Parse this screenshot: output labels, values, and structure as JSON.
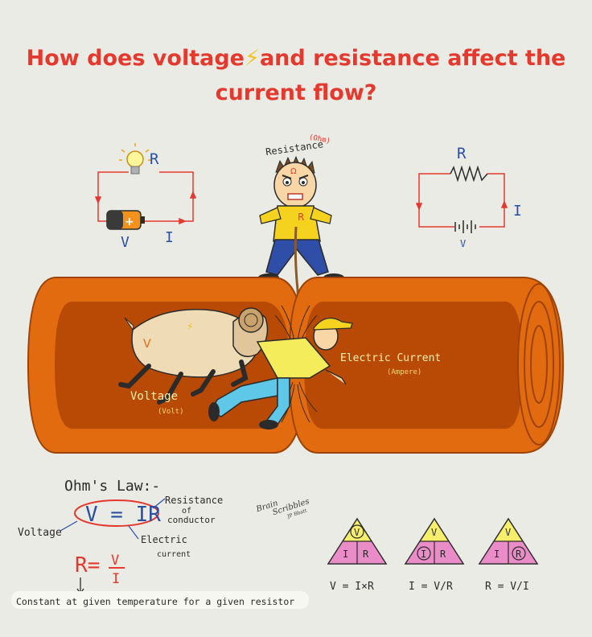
{
  "title": {
    "line1_a": "How does voltage",
    "line1_b": "and resistance affect the",
    "line2": "current flow?"
  },
  "left_circuit": {
    "r_label": "R",
    "v_label": "V",
    "i_label": "I"
  },
  "resistance_character": {
    "label": "Resistance",
    "unit": "(Ohm)",
    "head_symbol": "Ω",
    "shirt_letter": "R"
  },
  "right_circuit": {
    "r_label": "R",
    "i_label": "I",
    "v_label": "V"
  },
  "pipe": {
    "voltage_label": "Voltage",
    "voltage_unit": "(Volt)",
    "goat_letter": "V",
    "current_label": "Electric Current",
    "current_unit": "(Ampere)"
  },
  "ohms_law": {
    "heading": "Ohm's Law:-",
    "equation": "V = IR",
    "voltage_label": "Voltage",
    "resistance_label_1": "Resistance",
    "resistance_label_2": "of",
    "resistance_label_3": "conductor",
    "current_label_1": "Electric",
    "current_label_2": "current",
    "r_formula_left": "R=",
    "r_formula_num": "V",
    "r_formula_den": "I",
    "constant_note": "Constant at given temperature for a given resistor"
  },
  "signature": {
    "line1": "Brain",
    "line2": "Scribbles",
    "line3": "JP Bhatt"
  },
  "triangles": [
    {
      "top": "V",
      "left": "I",
      "right": "R",
      "formula": "V = I×R"
    },
    {
      "top": "V",
      "left": "I",
      "right": "R",
      "formula": "I = V/R"
    },
    {
      "top": "V",
      "left": "I",
      "right": "R",
      "formula": "R = V/I"
    }
  ],
  "colors": {
    "title": "#e5392e",
    "pipe": "#e36b0f",
    "pipe_dark": "#b84a05",
    "pink": "#e98cc8",
    "yellow": "#f7ef6b",
    "blue_ink": "#2a4fa3",
    "red_ink": "#d8312a"
  }
}
